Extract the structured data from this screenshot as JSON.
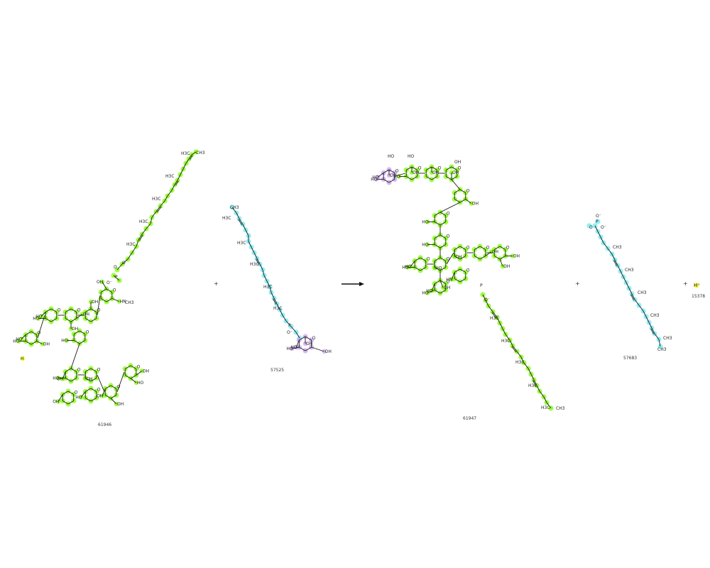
{
  "colors": {
    "bond": "#1a1a1a",
    "green_highlight": "#7CFC00",
    "cyan_highlight": "#6FE8F0",
    "purple_highlight": "#C9A0F0",
    "yellow_highlight": "#F4F400",
    "oxygen": "#d00000",
    "phosphorus": "#c87000"
  },
  "molecules": [
    {
      "id": "61946"
    },
    {
      "id": "57525"
    },
    {
      "id": "61947"
    },
    {
      "id": "57683"
    },
    {
      "id": "15378"
    }
  ],
  "operators": {
    "plus": "+"
  },
  "labels": {
    "ho": "HO",
    "oh": "OH",
    "o": "O",
    "o_minus": "O⁻",
    "h3c": "H3C",
    "ch3": "CH3",
    "hn": "HN",
    "p": "P",
    "h_plus": "H⁺",
    "h": "H"
  }
}
